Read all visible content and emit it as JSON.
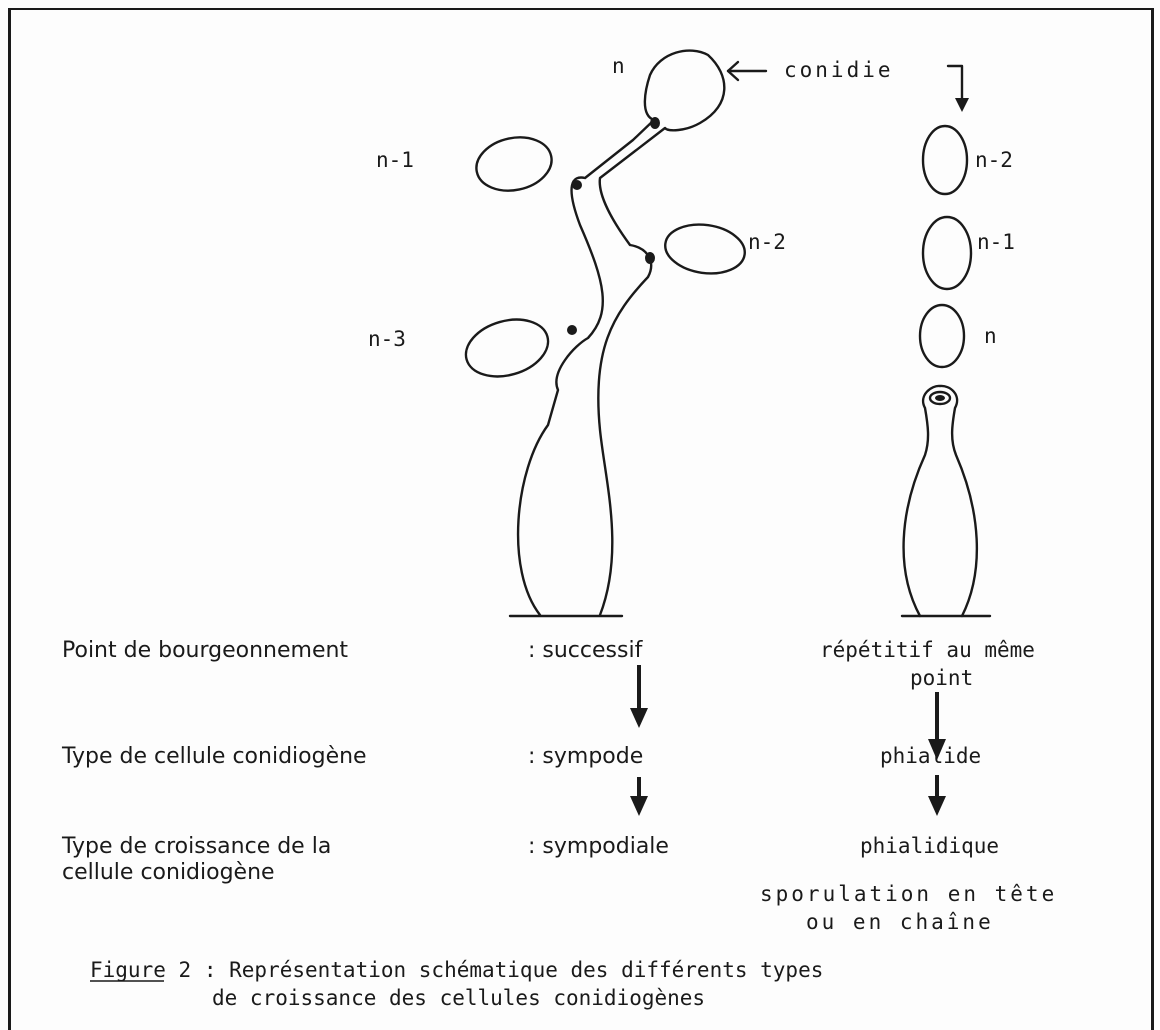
{
  "diagram": {
    "left_labels": {
      "n": "n",
      "n_minus_1": "n-1",
      "n_minus_2": "n-2",
      "n_minus_3": "n-3"
    },
    "conidie_label": "conidie",
    "right_labels": {
      "n_minus_2": "n-2",
      "n_minus_1": "n-1",
      "n": "n"
    }
  },
  "rows": {
    "budding": {
      "label": "Point de bourgeonnement",
      "left_value": ": successif",
      "right_value_line1": "répétitif au même",
      "right_value_line2": "point"
    },
    "cell_type": {
      "label": "Type de cellule conidiogène",
      "left_value": ": sympode",
      "right_value": "phialide"
    },
    "growth_type": {
      "label_line1": "Type de croissance de la",
      "label_line2": "cellule conidiogène",
      "left_value": ": sympodiale",
      "right_value": "phialidique",
      "note_line1": "sporulation en tête",
      "note_line2": "ou en chaîne"
    }
  },
  "caption": {
    "prefix": "Figure",
    "number": "2",
    "separator": ":",
    "line1": "Représentation schématique des différents types",
    "line2": "de croissance des cellules conidiogènes"
  }
}
